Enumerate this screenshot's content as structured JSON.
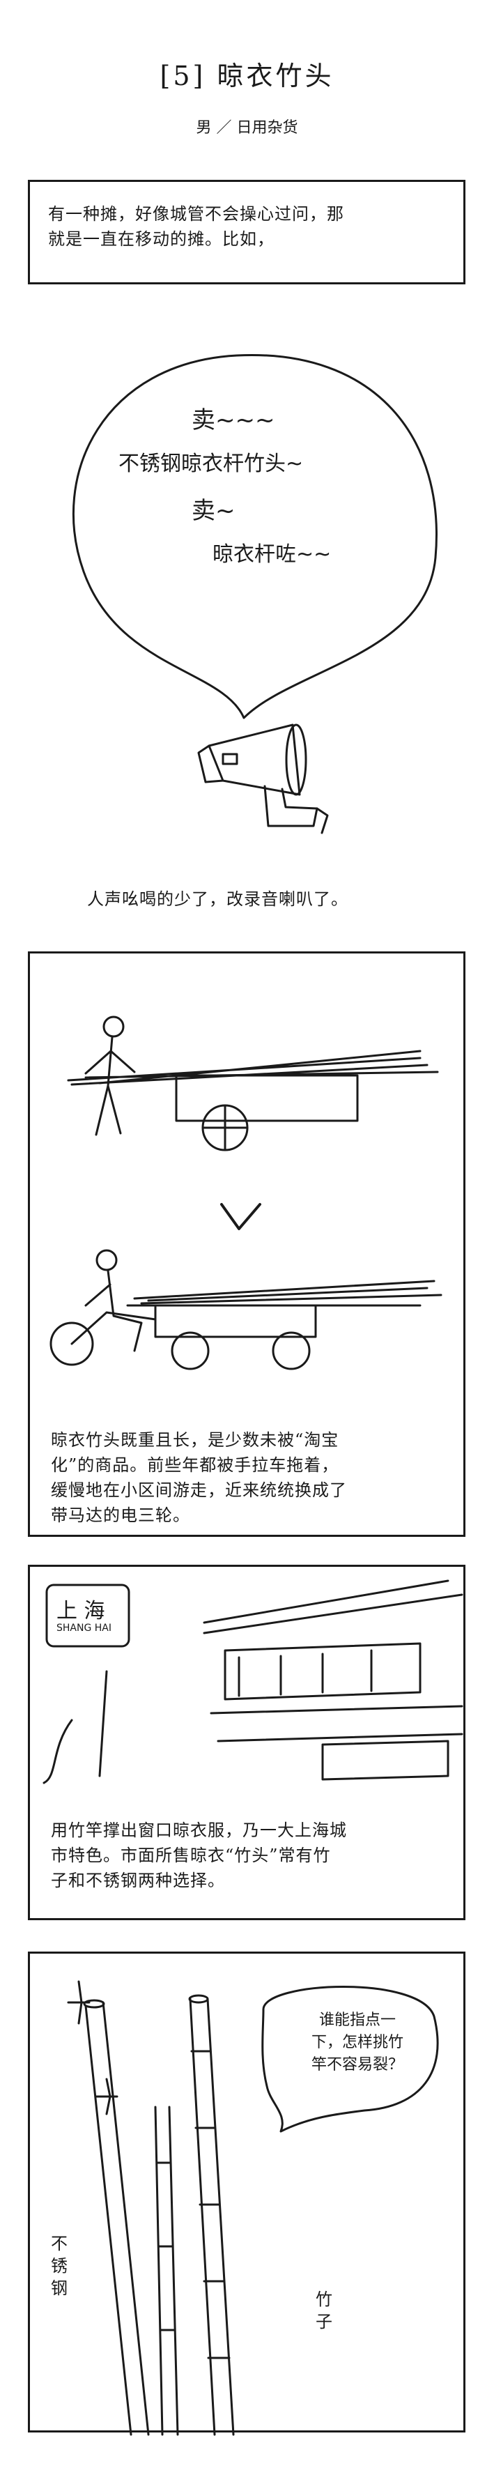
{
  "header": {
    "title": "[5]  晾衣竹头",
    "subtitle": "男 ／ 日用杂货"
  },
  "panel1": {
    "caption": "有一种摊，好像城管不会操心过问，那\n就是一直在移动的摊。比如，"
  },
  "bubble": {
    "line1": "卖~~~",
    "line2": "不锈钢晾衣杆竹头~",
    "line3": "卖~",
    "line4": "晾衣杆咗~~"
  },
  "loudspeaker_caption": "人声吆喝的少了，改录音喇叭了。",
  "panel2": {
    "caption": "晾衣竹头既重且长，是少数未被“淘宝\n化”的商品。前些年都被手拉车拖着，\n缓慢地在小区间游走，近来统统换成了\n带马达的电三轮。"
  },
  "panel3": {
    "sign_line1": "上 海",
    "sign_line2": "SHANG HAI",
    "caption": "用竹竿撑出窗口晾衣服，乃一大上海城\n市特色。市面所售晾衣“竹头”常有竹\n子和不锈钢两种选择。"
  },
  "panel4": {
    "label_steel": "不\n锈\n钢",
    "label_bamboo": "竹\n子",
    "speech": "谁能指点一\n下，怎样挑竹\n竿不容易裂？"
  }
}
